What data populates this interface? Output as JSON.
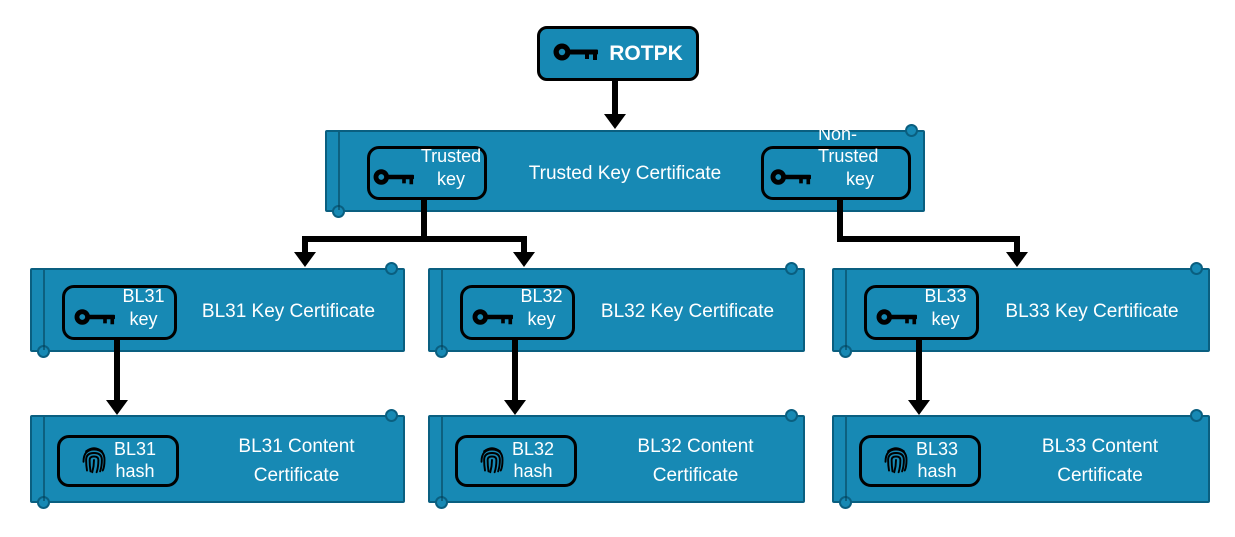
{
  "colors": {
    "fill": "#1789B4",
    "scroll_border": "#0A5F80",
    "badge_border": "#000000",
    "arrow": "#000000",
    "text": "#FFFFFF"
  },
  "root_node": {
    "label": "ROTPK",
    "icon": "key-icon"
  },
  "trusted_key_certificate": {
    "title": "Trusted Key Certificate",
    "trusted_badge": {
      "line1": "Trusted",
      "line2": "key",
      "icon": "key-icon"
    },
    "non_trusted_badge": {
      "line1": "Non-Trusted",
      "line2": "key",
      "icon": "key-icon"
    }
  },
  "key_certificates": [
    {
      "badge": {
        "line1": "BL31",
        "line2": "key",
        "icon": "key-icon"
      },
      "title": "BL31 Key Certificate"
    },
    {
      "badge": {
        "line1": "BL32",
        "line2": "key",
        "icon": "key-icon"
      },
      "title": "BL32 Key Certificate"
    },
    {
      "badge": {
        "line1": "BL33",
        "line2": "key",
        "icon": "key-icon"
      },
      "title": "BL33 Key Certificate"
    }
  ],
  "content_certificates": [
    {
      "badge": {
        "line1": "BL31",
        "line2": "hash",
        "icon": "fingerprint-icon"
      },
      "title_line1": "BL31 Content",
      "title_line2": "Certificate"
    },
    {
      "badge": {
        "line1": "BL32",
        "line2": "hash",
        "icon": "fingerprint-icon"
      },
      "title_line1": "BL32 Content",
      "title_line2": "Certificate"
    },
    {
      "badge": {
        "line1": "BL33",
        "line2": "hash",
        "icon": "fingerprint-icon"
      },
      "title_line1": "BL33 Content",
      "title_line2": "Certificate"
    }
  ]
}
